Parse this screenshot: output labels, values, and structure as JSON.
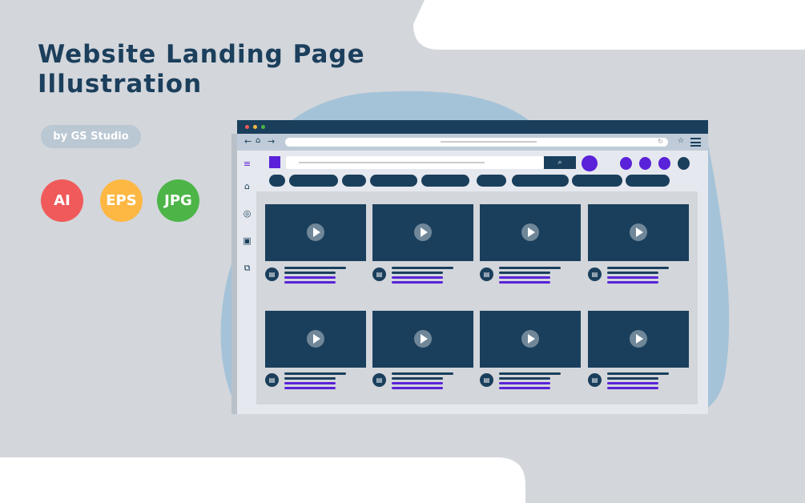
{
  "title_line1": "Website Landing Page",
  "title_line2": "Illustration",
  "badge": "by GS Studio",
  "formats": [
    {
      "label": "AI",
      "color": "#f05a5a"
    },
    {
      "label": "EPS",
      "color": "#fdb843"
    },
    {
      "label": "JPG",
      "color": "#4db548"
    }
  ],
  "colors": {
    "navy": "#1a3f5c",
    "purple": "#5a22d9",
    "background": "#d3d6db",
    "blob": "#a5c3d8"
  },
  "icons": [
    "back-arrow",
    "home",
    "forward-arrow",
    "search",
    "reload",
    "star",
    "menu",
    "hamburger",
    "home",
    "compass",
    "subscriptions",
    "library",
    "play",
    "channel"
  ]
}
